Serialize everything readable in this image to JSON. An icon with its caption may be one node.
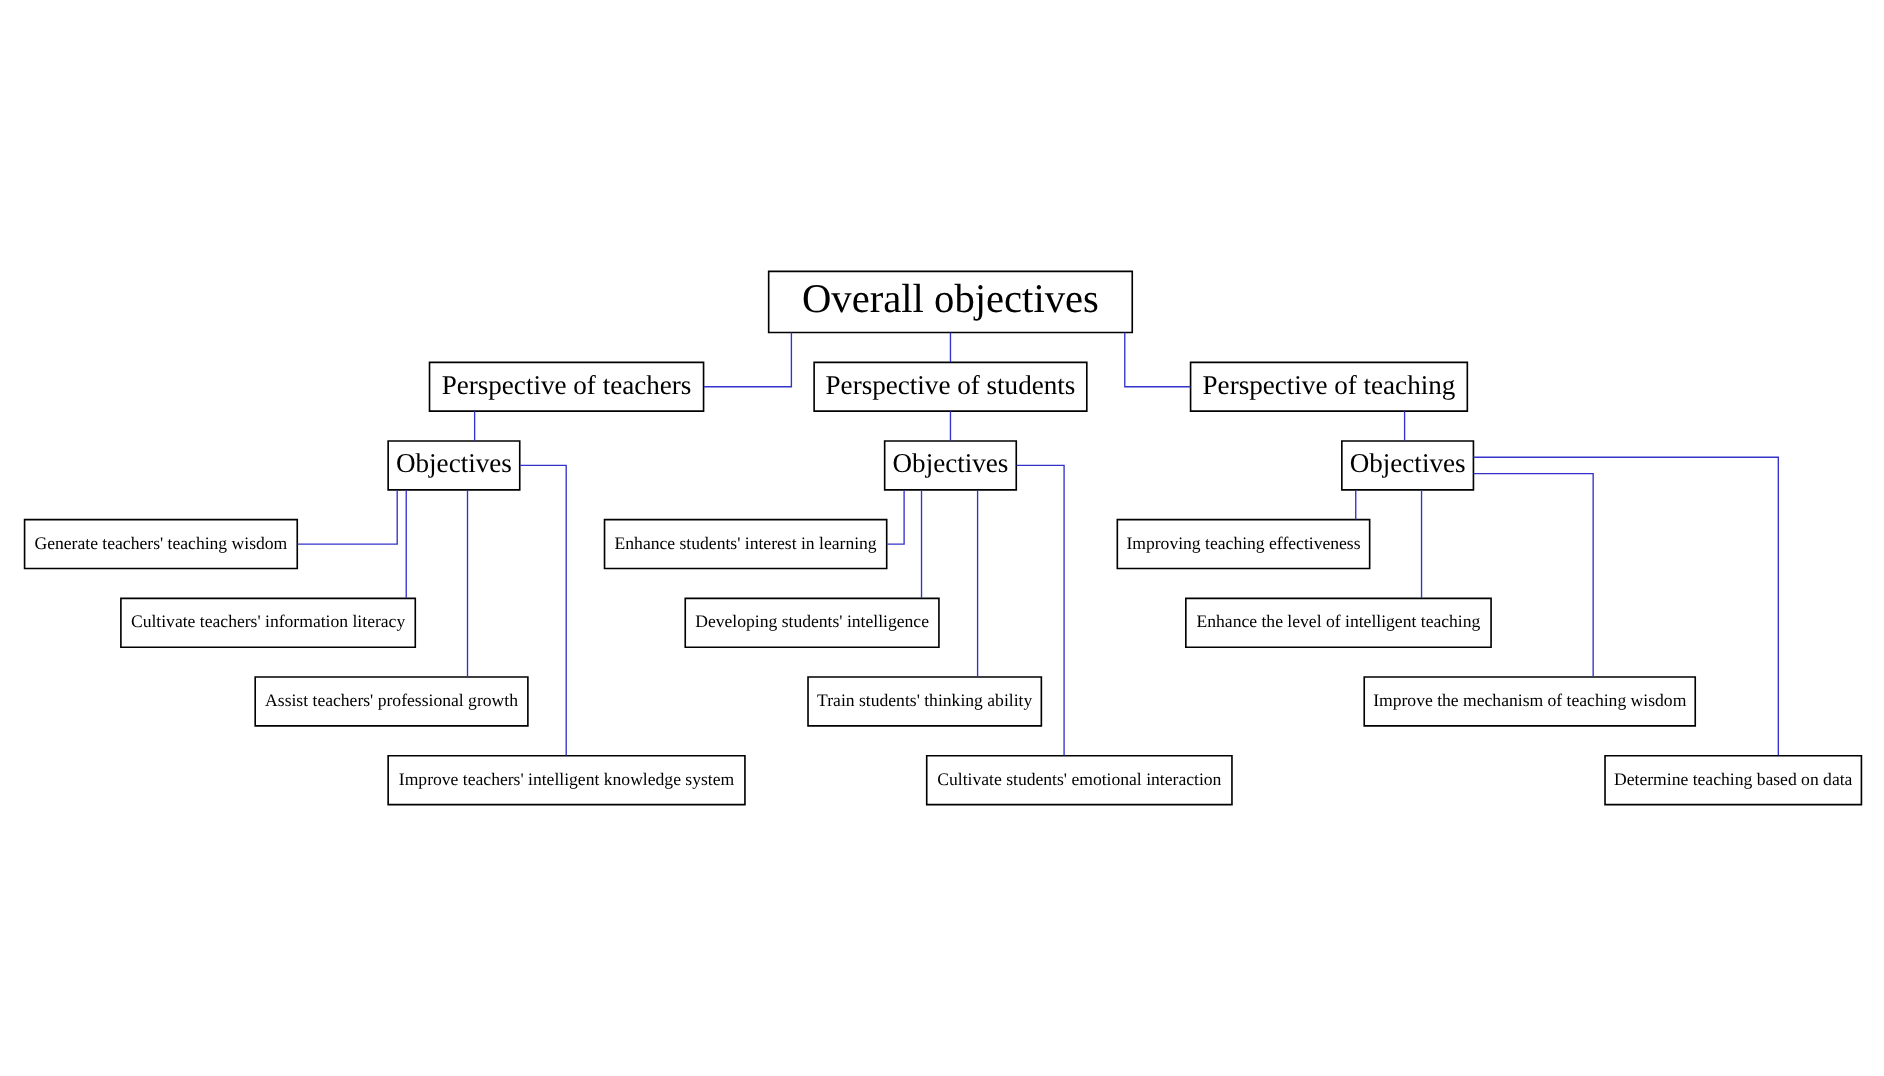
{
  "diagram": {
    "nodes": [
      {
        "text": [
          "Overall objectives"
        ]
      },
      {
        "text": [
          "Perspective of teachers"
        ]
      },
      {
        "text": [
          "Perspective of students"
        ]
      },
      {
        "text": [
          "Perspective of teaching"
        ]
      },
      {
        "text": [
          "Objectives"
        ]
      },
      {
        "text": [
          "Objectives"
        ]
      },
      {
        "text": [
          "Objectives"
        ]
      },
      {
        "text": [
          "Generate teachers' teaching wisdom"
        ]
      },
      {
        "text": [
          "Cultivate teachers' information literacy"
        ]
      },
      {
        "text": [
          "Assist teachers' professional growth"
        ]
      },
      {
        "text": [
          "Improve teachers' intelligent knowledge system"
        ]
      },
      {
        "text": [
          "Enhance students' interest in learning"
        ]
      },
      {
        "text": [
          "Developing students' intelligence"
        ]
      },
      {
        "text": [
          "Train students' thinking ability"
        ]
      },
      {
        "text": [
          "Cultivate students' emotional interaction"
        ]
      },
      {
        "text": [
          "Improving teaching effectiveness"
        ]
      },
      {
        "text": [
          "Enhance the level of intelligent teaching"
        ]
      },
      {
        "text": [
          "Improve the mechanism of teaching wisdom"
        ]
      },
      {
        "text": [
          "Determine teaching based on data"
        ]
      }
    ],
    "edges": [
      {
        "from": 0,
        "to": 1,
        "arrow": "none"
      },
      {
        "from": 0,
        "to": 2,
        "arrow": "none"
      },
      {
        "from": 0,
        "to": 3,
        "arrow": "none"
      },
      {
        "from": 1,
        "to": 4,
        "arrow": "none"
      },
      {
        "from": 2,
        "to": 5,
        "arrow": "none"
      },
      {
        "from": 3,
        "to": 6,
        "arrow": "none"
      },
      {
        "from": 4,
        "to": 7,
        "arrow": "none"
      },
      {
        "from": 4,
        "to": 8,
        "arrow": "none"
      },
      {
        "from": 4,
        "to": 9,
        "arrow": "none"
      },
      {
        "from": 4,
        "to": 10,
        "arrow": "none"
      },
      {
        "from": 5,
        "to": 11,
        "arrow": "none"
      },
      {
        "from": 5,
        "to": 12,
        "arrow": "none"
      },
      {
        "from": 5,
        "to": 13,
        "arrow": "none"
      },
      {
        "from": 5,
        "to": 14,
        "arrow": "none"
      },
      {
        "from": 6,
        "to": 15,
        "arrow": "none"
      },
      {
        "from": 6,
        "to": 16,
        "arrow": "none"
      },
      {
        "from": 6,
        "to": 17,
        "arrow": "none"
      },
      {
        "from": 6,
        "to": 18,
        "arrow": "none"
      }
    ]
  }
}
